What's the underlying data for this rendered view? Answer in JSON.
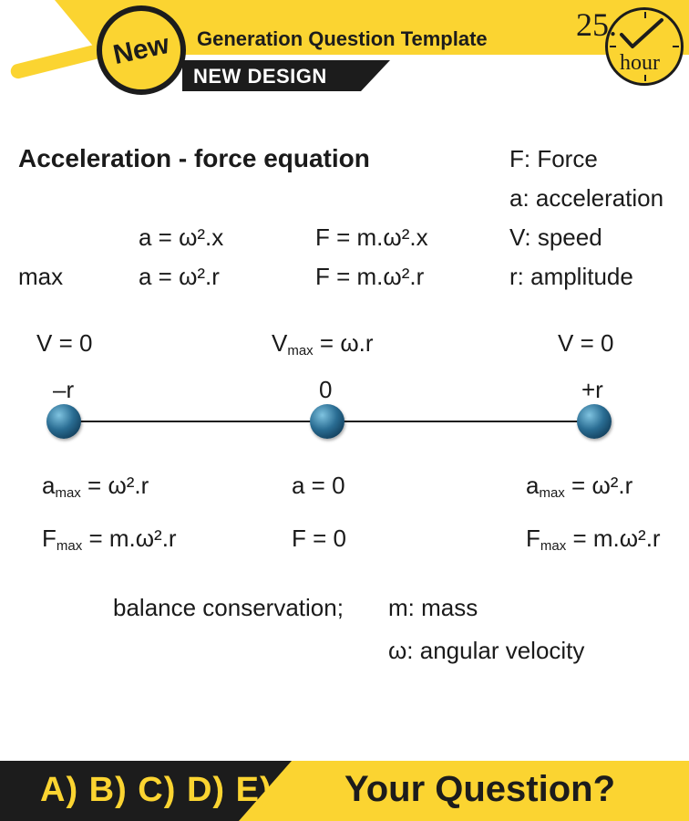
{
  "header": {
    "badge": "New",
    "title": "Generation Question Template",
    "subtitle": "NEW DESIGN",
    "clock_number": "25.",
    "clock_unit": "hour"
  },
  "content": {
    "heading": "Acceleration - force equation",
    "legend": {
      "force": "F: Force",
      "acceleration": "a: acceleration",
      "speed": "V: speed",
      "amplitude": "r: amplitude"
    },
    "equations": {
      "row1_a": "a = ω².x",
      "row1_f": "F = m.ω².x",
      "row2_label": "max",
      "row2_a": "a = ω².r",
      "row2_f": "F = m.ω².r"
    },
    "diagram": {
      "left_speed": "V = 0",
      "center_speed_main": "V",
      "center_speed_sub": "max",
      "center_speed_rest": " = ω.r",
      "right_speed": "V = 0",
      "left_pos": "–r",
      "center_pos": "0",
      "right_pos": "+r",
      "left_acc_main": "a",
      "left_acc_sub": "max",
      "left_acc_rest": " = ω².r",
      "center_acc": "a = 0",
      "right_acc_main": "a",
      "right_acc_sub": "max",
      "right_acc_rest": " = ω².r",
      "left_force_main": "F",
      "left_force_sub": "max",
      "left_force_rest": " = m.ω².r",
      "center_force": "F = 0",
      "right_force_main": "F",
      "right_force_sub": "max",
      "right_force_rest": " = m.ω².r"
    },
    "notes": {
      "balance": "balance conservation;",
      "mass": "m: mass",
      "angular": "ω: angular velocity"
    }
  },
  "footer": {
    "answers": "A) B) C) D) E)",
    "question": "Your Question?"
  },
  "colors": {
    "accent_yellow": "#fbd431",
    "dark": "#1c1c1c",
    "ball_blue": "#2a6d93"
  }
}
